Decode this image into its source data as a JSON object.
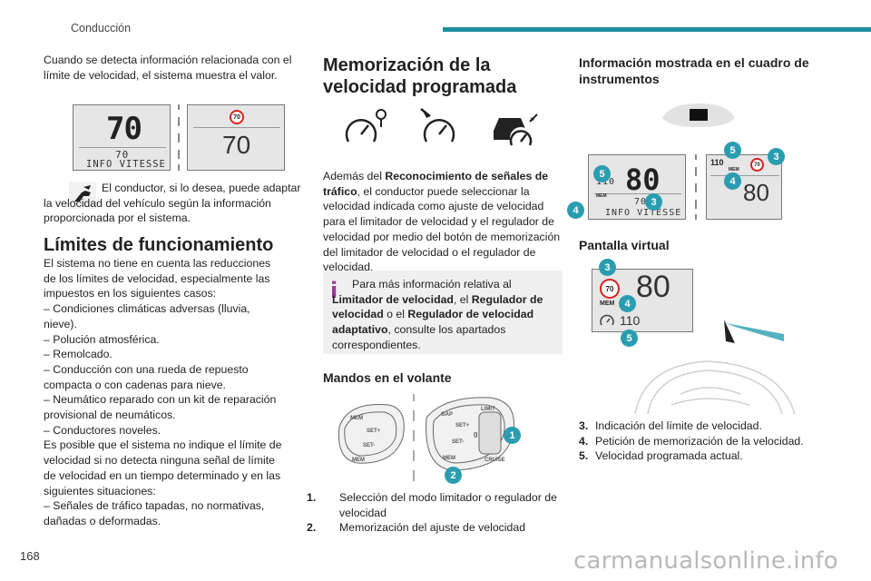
{
  "header": {
    "section": "Conducción",
    "page_number": "168"
  },
  "watermark": "carmanualsonline.info",
  "col1": {
    "intro": "Cuando se detecta información relacionada con el límite de velocidad, el sistema muestra el valor.",
    "display_left": {
      "big": "70",
      "small1": "70",
      "small2": "INFO VITESSE"
    },
    "display_right": {
      "sign": "70",
      "big": "70"
    },
    "tip": "El conductor, si lo desea, puede adaptar la velocidad del vehículo según la información proporcionada por el sistema.",
    "limits_heading": "Límites de funcionamiento",
    "limits_lines": [
      "El sistema no tiene en cuenta las reducciones",
      "de los límites de velocidad, especialmente las",
      "impuestos en los siguientes casos:",
      "– Condiciones climáticas adversas (lluvia,",
      "nieve).",
      "– Polución atmosférica.",
      "– Remolcado.",
      "– Conducción con una rueda de repuesto",
      "compacta o con cadenas para nieve.",
      "– Neumático reparado con un kit de reparación",
      "provisional de neumáticos.",
      "– Conductores noveles.",
      "Es posible que el sistema no indique el límite de",
      "velocidad si no detecta ninguna señal de límite",
      "de velocidad en un tiempo determinado y en las",
      "siguientes situaciones:",
      "– Señales de tráfico tapadas, no normativas,",
      "dañadas o deformadas."
    ]
  },
  "col2": {
    "heading_line1": "Memorización de la",
    "heading_line2": "velocidad programada",
    "para": {
      "p1": "Además del ",
      "b1": "Reconocimiento de señales de tráfico",
      "p2": ", el conductor puede seleccionar la velocidad indicada como ajuste de velocidad para el limitador de velocidad y el regulador de velocidad por medio del botón de memorización del limitador de velocidad o el regulador de velocidad."
    },
    "info": {
      "t1": "Para más información relativa al ",
      "b1": "Limitador de velocidad",
      "t2": ", el ",
      "b2": "Regulador de velocidad",
      "t3": " o el ",
      "b3": "Regulador de velocidad adaptativo",
      "t4": ", consulte los apartados correspondientes."
    },
    "controls_heading": "Mandos en el volante",
    "stalk_labels": [
      "MEM",
      "SET+",
      "SET-",
      "MEM",
      "GAP",
      "SET+",
      "SET-",
      "MEM",
      "LIMIT",
      "0",
      "CRUISE"
    ],
    "badges": [
      "1",
      "2"
    ],
    "list": [
      {
        "num": "1.",
        "text": "Selección del modo limitador o regulador de velocidad"
      },
      {
        "num": "2.",
        "text": "Memorización del ajuste de velocidad"
      }
    ]
  },
  "col3": {
    "heading_line1": "Información mostrada en el cuadro de",
    "heading_line2": "instrumentos",
    "cluster_left": {
      "small_top": "110",
      "big": "80",
      "mem": "MEM",
      "small": "70",
      "info": "INFO VITESSE"
    },
    "cluster_right": {
      "speed": "110",
      "sign": "70",
      "mem": "MEM",
      "big": "80"
    },
    "badges": [
      "5",
      "3",
      "4",
      "5",
      "3",
      "4"
    ],
    "virtual_heading": "Pantalla virtual",
    "virtual": {
      "sign": "70",
      "big": "80",
      "mem": "MEM",
      "speed": "110"
    },
    "virtual_badges": [
      "3",
      "4",
      "5"
    ],
    "list": [
      {
        "num": "3.",
        "text": "Indicación del límite de velocidad."
      },
      {
        "num": "4.",
        "text": "Petición de memorización de la velocidad."
      },
      {
        "num": "5.",
        "text": "Velocidad programada actual."
      }
    ]
  }
}
